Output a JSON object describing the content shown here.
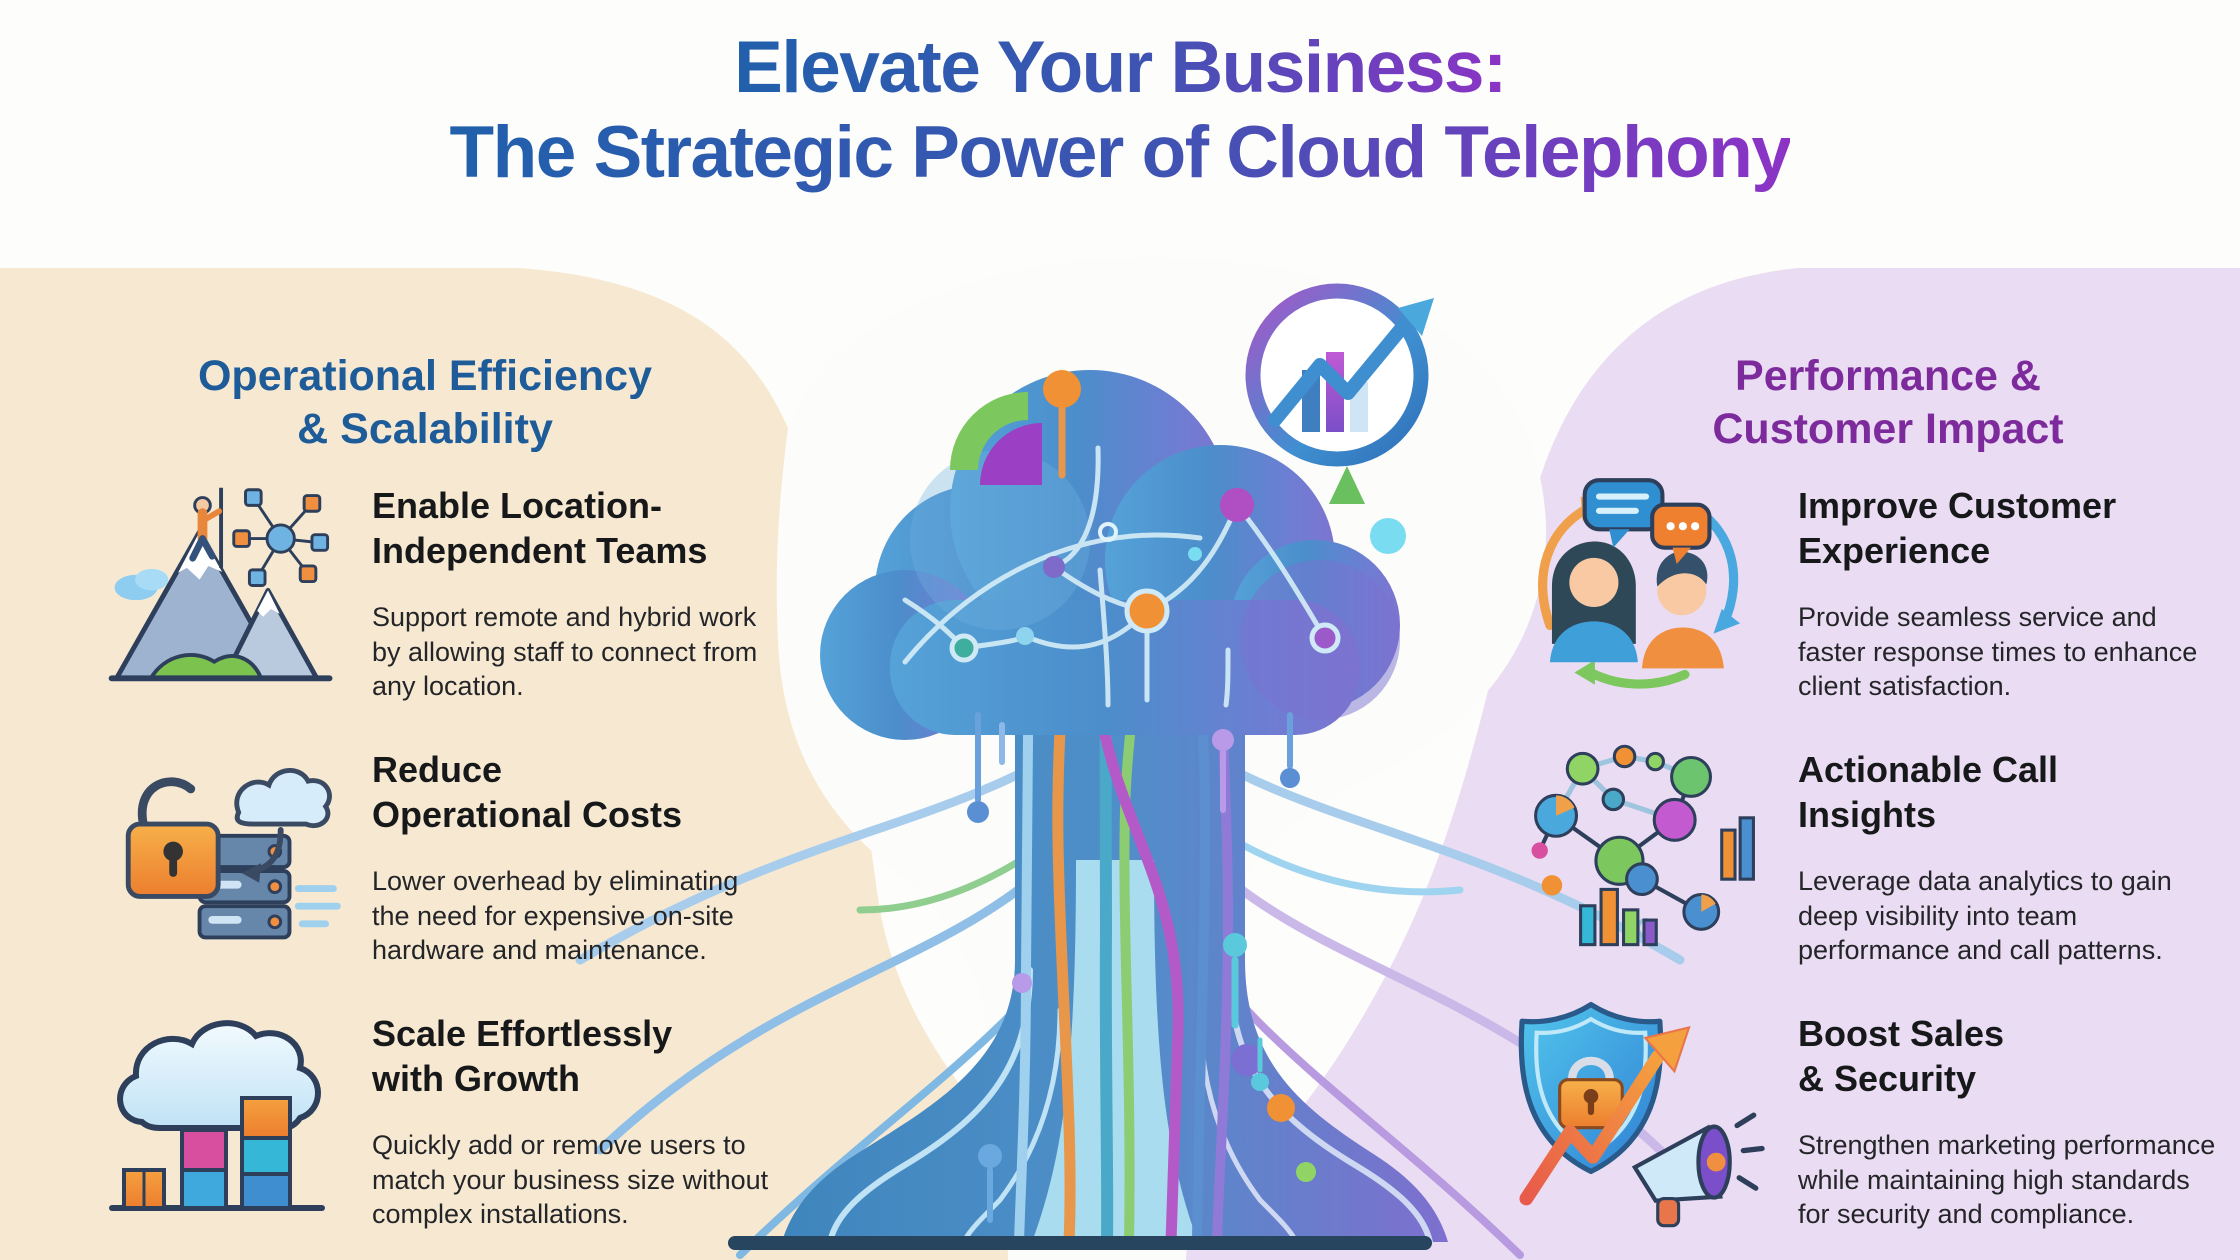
{
  "title": {
    "line1": "Elevate Your Business:",
    "line2": "The Strategic Power of Cloud Telephony"
  },
  "left_section": {
    "heading": "Operational Efficiency\n& Scalability",
    "items": [
      {
        "icon": "mountain-climber-network-icon",
        "title": "Enable Location-\nIndependent Teams",
        "description": "Support remote and hybrid work\nby allowing staff to connect from\nany location."
      },
      {
        "icon": "padlock-cloud-server-icon",
        "title": "Reduce\nOperational Costs",
        "description": "Lower overhead by eliminating\nthe need for expensive on-site\nhardware and maintenance."
      },
      {
        "icon": "cloud-growth-blocks-icon",
        "title": "Scale Effortlessly\nwith Growth",
        "description": "Quickly add or remove users to\nmatch your business size without\ncomplex installations."
      }
    ]
  },
  "right_section": {
    "heading": "Performance &\nCustomer Impact",
    "items": [
      {
        "icon": "customer-conversation-icon",
        "title": "Improve Customer\nExperience",
        "description": "Provide seamless service and\nfaster response times to enhance\nclient satisfaction."
      },
      {
        "icon": "call-analytics-network-icon",
        "title": "Actionable Call\nInsights",
        "description": "Leverage data analytics to gain\ndeep visibility into team\nperformance and call patterns."
      },
      {
        "icon": "shield-lock-megaphone-icon",
        "title": "Boost Sales\n& Security",
        "description": "Strengthen marketing performance\nwhile maintaining high standards\nfor security and compliance."
      }
    ]
  },
  "center_illustration": {
    "icons": [
      "growth-chart-circle-icon",
      "quarter-pie-icon",
      "lollipop-pin-icon",
      "up-arrow-icon",
      "cloud-network-icon",
      "data-stream-roots",
      "baseline-bar"
    ]
  },
  "colors": {
    "title_gradient_start": "#2160ac",
    "title_gradient_end": "#8c33c5",
    "left_heading": "#1e5b99",
    "right_heading": "#7d2b9c",
    "left_panel_bg": "#f7e9d1",
    "right_panel_bg": "#eadcf2",
    "body_text": "#242528",
    "baseline_bar": "#27455f"
  }
}
